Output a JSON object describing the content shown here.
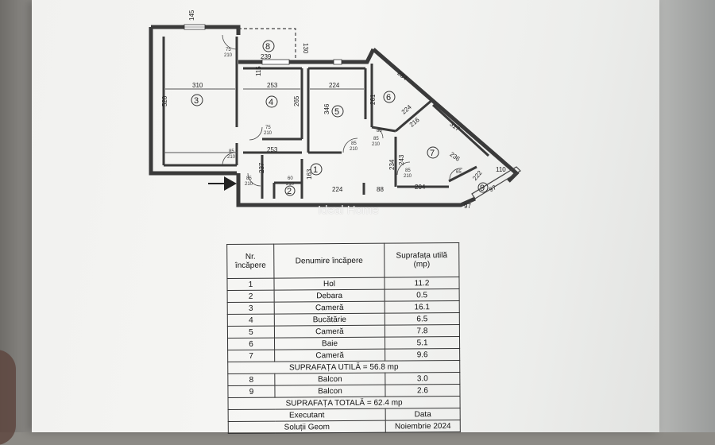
{
  "watermark": "Ideal Home",
  "plan": {
    "room_numbers": [
      "1",
      "2",
      "3",
      "4",
      "5",
      "6",
      "7",
      "8",
      "9"
    ],
    "dimensions": {
      "d145": "145",
      "d130": "130",
      "d239": "239",
      "d310": "310",
      "d253a": "253",
      "d224a": "224",
      "d520": "520",
      "d265": "265",
      "d346": "346",
      "d261": "261",
      "d284": "284",
      "d224b": "224",
      "d216": "216",
      "d317": "317",
      "d253b": "253",
      "d237": "237",
      "d163": "163",
      "d224c": "224",
      "d88": "88",
      "d234": "234",
      "d243": "243",
      "d204": "204",
      "d236": "236",
      "d222": "222",
      "d110": "110",
      "d97a": "97",
      "d97b": "97",
      "d115": "115",
      "d130b": "130"
    },
    "doors": {
      "door1_w": "75",
      "door1_h": "210",
      "door2_w": "75",
      "door2_h": "210",
      "door3_w": "85",
      "door3_h": "210",
      "door4_w": "85",
      "door4_h": "210",
      "door5_w": "60",
      "door5_h": "210",
      "door6_w": "85",
      "door6_h": "210",
      "door7_w": "85",
      "door7_h": "210",
      "door8_w": "85",
      "door8_h": "210",
      "door9_w": "75",
      "door9_h": "210",
      "door10_w": "65",
      "door10_h": "210",
      "door11_w": "85"
    }
  },
  "table": {
    "headers": [
      "Nr. încăpere",
      "Denumire încăpere",
      "Suprafața utilă (mp)"
    ],
    "rows": [
      {
        "nr": "1",
        "name": "Hol",
        "area": "11.2"
      },
      {
        "nr": "2",
        "name": "Debara",
        "area": "0.5"
      },
      {
        "nr": "3",
        "name": "Cameră",
        "area": "16.1"
      },
      {
        "nr": "4",
        "name": "Bucătărie",
        "area": "6.5"
      },
      {
        "nr": "5",
        "name": "Cameră",
        "area": "7.8"
      },
      {
        "nr": "6",
        "name": "Baie",
        "area": "5.1"
      },
      {
        "nr": "7",
        "name": "Cameră",
        "area": "9.6"
      }
    ],
    "useful_total": "SUPRAFAȚA UTILĂ = 56.8 mp",
    "balconies": [
      {
        "nr": "8",
        "name": "Balcon",
        "area": "3.0"
      },
      {
        "nr": "9",
        "name": "Balcon",
        "area": "2.6"
      }
    ],
    "grand_total": "SUPRAFAȚA TOTALĂ = 62.4 mp",
    "footer": {
      "executant": "Executant",
      "data": "Data",
      "partial_left": "Soluții Geom",
      "date_value": "Noiembrie 2024"
    }
  }
}
